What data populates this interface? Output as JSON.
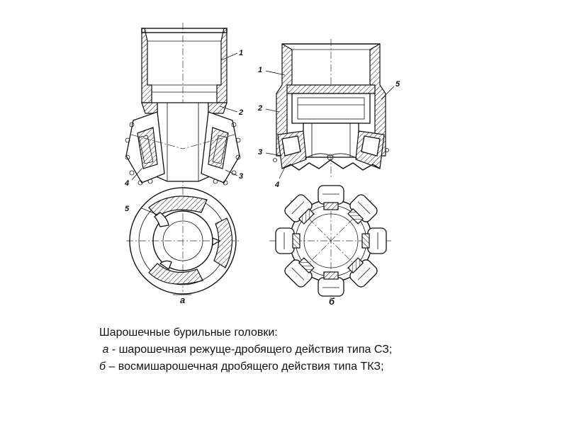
{
  "figure": {
    "part_a": {
      "sublabel": "а",
      "callouts": [
        "1",
        "2",
        "3",
        "4",
        "5"
      ]
    },
    "part_b": {
      "sublabel": "б",
      "callouts": [
        "1",
        "2",
        "3",
        "4",
        "5"
      ]
    }
  },
  "caption": {
    "title": "Шарошечные бурильные головки:",
    "line_a_letter": "а",
    "line_a_text": " - шарошечная режуще-дробящего действия типа СЗ;",
    "line_b_letter": "б",
    "line_b_text": " – восмишарошечная дробящего действия типа ТКЗ;"
  }
}
